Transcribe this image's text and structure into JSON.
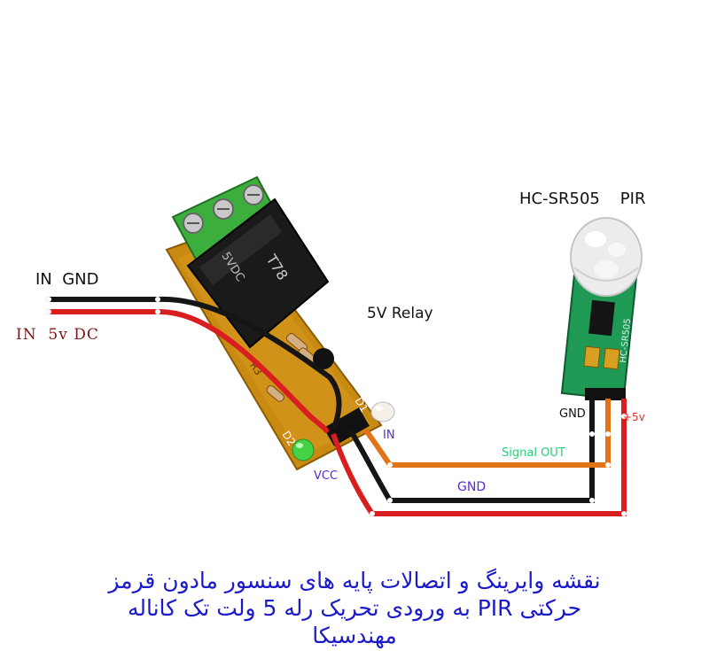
{
  "labels": {
    "power_in_gnd": "IN  GND",
    "power_in_5v": "IN  5v DC",
    "relay_name": "5V Relay",
    "sensor_name": "HC-SR505    PIR",
    "relay_pin_in": "IN",
    "relay_pin_vcc": "VCC",
    "sensor_pin_gnd": "GND",
    "sensor_pin_5v": "+5v",
    "wire_signal": "Signal OUT",
    "wire_gnd": "GND"
  },
  "board_print": {
    "relay_brand": "5VDC",
    "relay_model": "T78",
    "d1": "D1",
    "d2": "D2",
    "r3": "R3",
    "sensor_model": "HC-SR505"
  },
  "caption": {
    "line1": "نقشه وایرینگ و اتصالات پایه های سنسور مادون قرمز",
    "line2": "حرکتی PIR به ورودی تحریک رله 5 ولت تک کاناله",
    "line3": "مهندسیکا"
  },
  "colors": {
    "pcb_relay": "#c98a12",
    "pcb_sensor": "#1e9a55",
    "terminal": "#3cae3c",
    "relay_body": "#1a1a1a",
    "wire_red": "#d81e1e",
    "wire_black": "#151515",
    "wire_orange": "#e27418",
    "caption": "#1a1acc",
    "power_in_5v": "#7a1414",
    "pin_label": "#5a2ad0",
    "signal_label": "#28d07a",
    "plus5v_label": "#d83030"
  }
}
